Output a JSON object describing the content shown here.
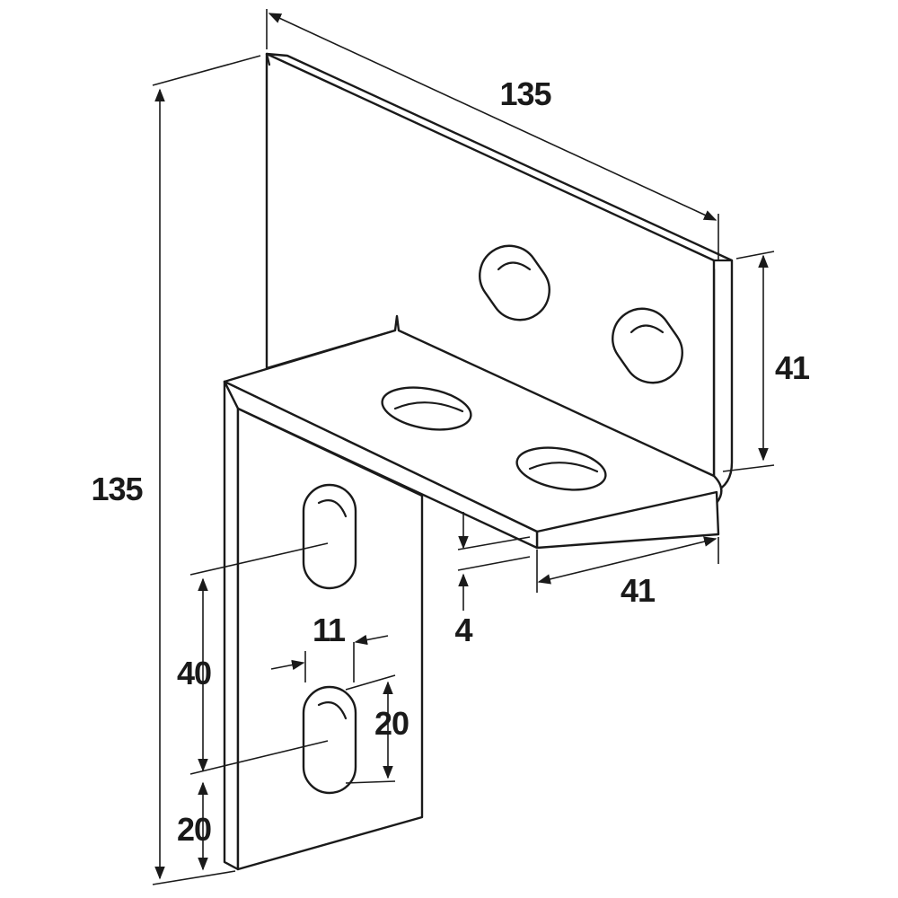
{
  "title": "Angle bracket dimension drawing",
  "dimensions": {
    "top_length": "135",
    "height": "135",
    "back_flange_height": "41",
    "flange_depth": "41",
    "thickness": "4",
    "slot_width": "11",
    "slot_spacing": "40",
    "slot_length": "20",
    "bottom_offset": "20"
  }
}
